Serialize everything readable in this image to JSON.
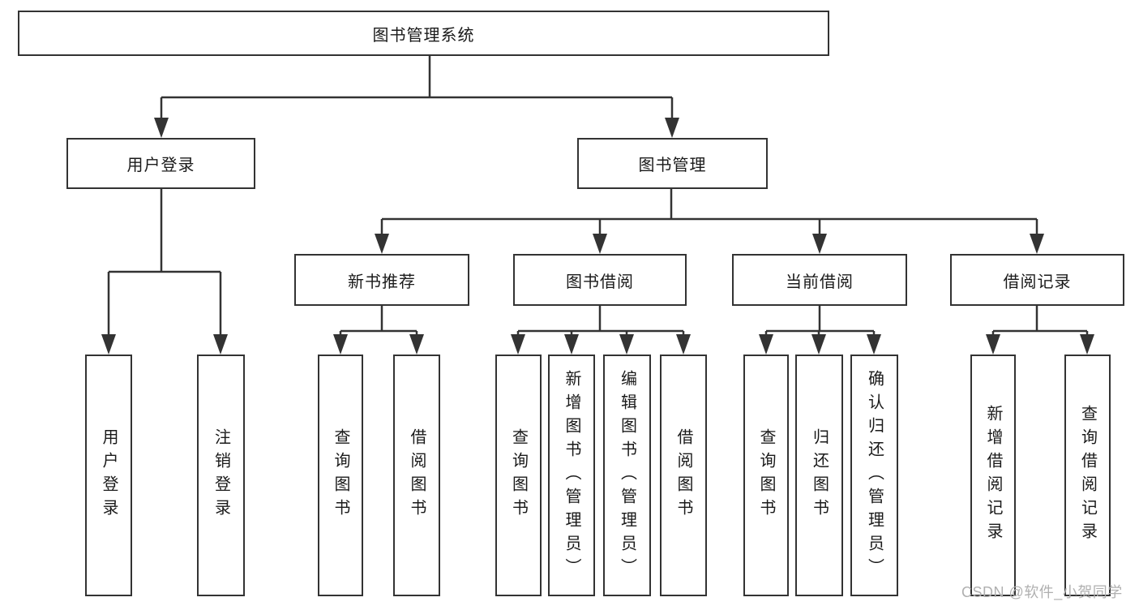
{
  "diagram": {
    "root": "图书管理系统",
    "level2": {
      "user_login": "用户登录",
      "book_mgmt": "图书管理"
    },
    "level3": {
      "new_books": "新书推荐",
      "borrowing": "图书借阅",
      "current": "当前借阅",
      "records": "借阅记录"
    },
    "leaves": {
      "login": [
        "用户登录",
        "注销登录"
      ],
      "new_books": [
        "查询图书",
        "借阅图书"
      ],
      "borrowing": [
        "查询图书",
        "新增图书（管理员）",
        "编辑图书（管理员）",
        "借阅图书"
      ],
      "current": [
        "查询图书",
        "归还图书",
        "确认归还（管理员）"
      ],
      "records": [
        "新增借阅记录",
        "查询借阅记录"
      ]
    }
  },
  "watermark": "CSDN @软件_小贺同学",
  "colors": {
    "line": "#333333",
    "text": "#1a1a1a",
    "watermark": "#b0b0b0",
    "background": "#ffffff"
  }
}
